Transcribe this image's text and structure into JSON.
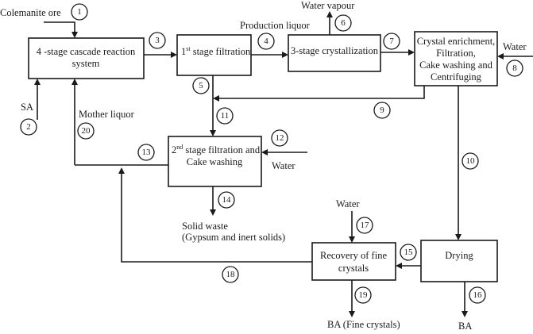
{
  "diagram": {
    "type": "process-flow",
    "units": {
      "reaction": {
        "lines": [
          "4 -stage cascade reaction",
          "system"
        ]
      },
      "filtration1": {
        "prefix": "1",
        "sup": "st",
        "text": " stage filtration"
      },
      "crystallization": {
        "lines": [
          "3-stage crystallization"
        ]
      },
      "enrichment": {
        "lines": [
          "Crystal enrichment,",
          "Filtration,",
          "Cake washing and",
          "Centrifuging"
        ]
      },
      "filtration2": {
        "prefix": "2",
        "sup": "nd",
        "text": " stage filtration and",
        "line2": "Cake washing"
      },
      "recovery": {
        "lines": [
          "Recovery of fine",
          "crystals"
        ]
      },
      "drying": {
        "lines": [
          "Drying"
        ]
      }
    },
    "labels": {
      "colemanite_ore": "Colemanite ore",
      "sa": "SA",
      "mother_liquor": "Mother liquor",
      "production_liquor": "Production liquor",
      "water_vapour": "Water vapour",
      "water_8": "Water",
      "water_12": "Water",
      "water_17": "Water",
      "solid_waste_1": "Solid waste",
      "solid_waste_2": "(Gypsum and inert solids)",
      "ba_fine": "BA (Fine crystals)",
      "ba": "BA"
    },
    "streams": [
      "1",
      "2",
      "3",
      "4",
      "5",
      "6",
      "7",
      "8",
      "9",
      "10",
      "11",
      "12",
      "13",
      "14",
      "15",
      "16",
      "17",
      "18",
      "19",
      "20"
    ],
    "connections": [
      {
        "stream": "1",
        "from": "Colemanite ore",
        "to": "reaction"
      },
      {
        "stream": "2",
        "from": "SA",
        "to": "reaction"
      },
      {
        "stream": "3",
        "from": "reaction",
        "to": "filtration1"
      },
      {
        "stream": "4",
        "from": "filtration1",
        "to": "crystallization"
      },
      {
        "stream": "5",
        "from": "filtration1",
        "to": "filtration2"
      },
      {
        "stream": "6",
        "from": "crystallization",
        "to": "Water vapour"
      },
      {
        "stream": "7",
        "from": "crystallization",
        "to": "enrichment"
      },
      {
        "stream": "8",
        "from": "Water",
        "to": "enrichment"
      },
      {
        "stream": "9",
        "from": "enrichment",
        "to": "filtration2"
      },
      {
        "stream": "10",
        "from": "enrichment",
        "to": "drying"
      },
      {
        "stream": "11",
        "from": "merge(5,9)",
        "to": "filtration2"
      },
      {
        "stream": "12",
        "from": "Water",
        "to": "filtration2"
      },
      {
        "stream": "13",
        "from": "filtration2",
        "to": "mother liquor"
      },
      {
        "stream": "14",
        "from": "filtration2",
        "to": "Solid waste"
      },
      {
        "stream": "15",
        "from": "drying",
        "to": "recovery"
      },
      {
        "stream": "16",
        "from": "drying",
        "to": "BA"
      },
      {
        "stream": "17",
        "from": "Water",
        "to": "recovery"
      },
      {
        "stream": "18",
        "from": "recovery",
        "to": "mother liquor"
      },
      {
        "stream": "19",
        "from": "recovery",
        "to": "BA (Fine crystals)"
      },
      {
        "stream": "20",
        "from": "Mother liquor",
        "to": "reaction"
      }
    ]
  }
}
